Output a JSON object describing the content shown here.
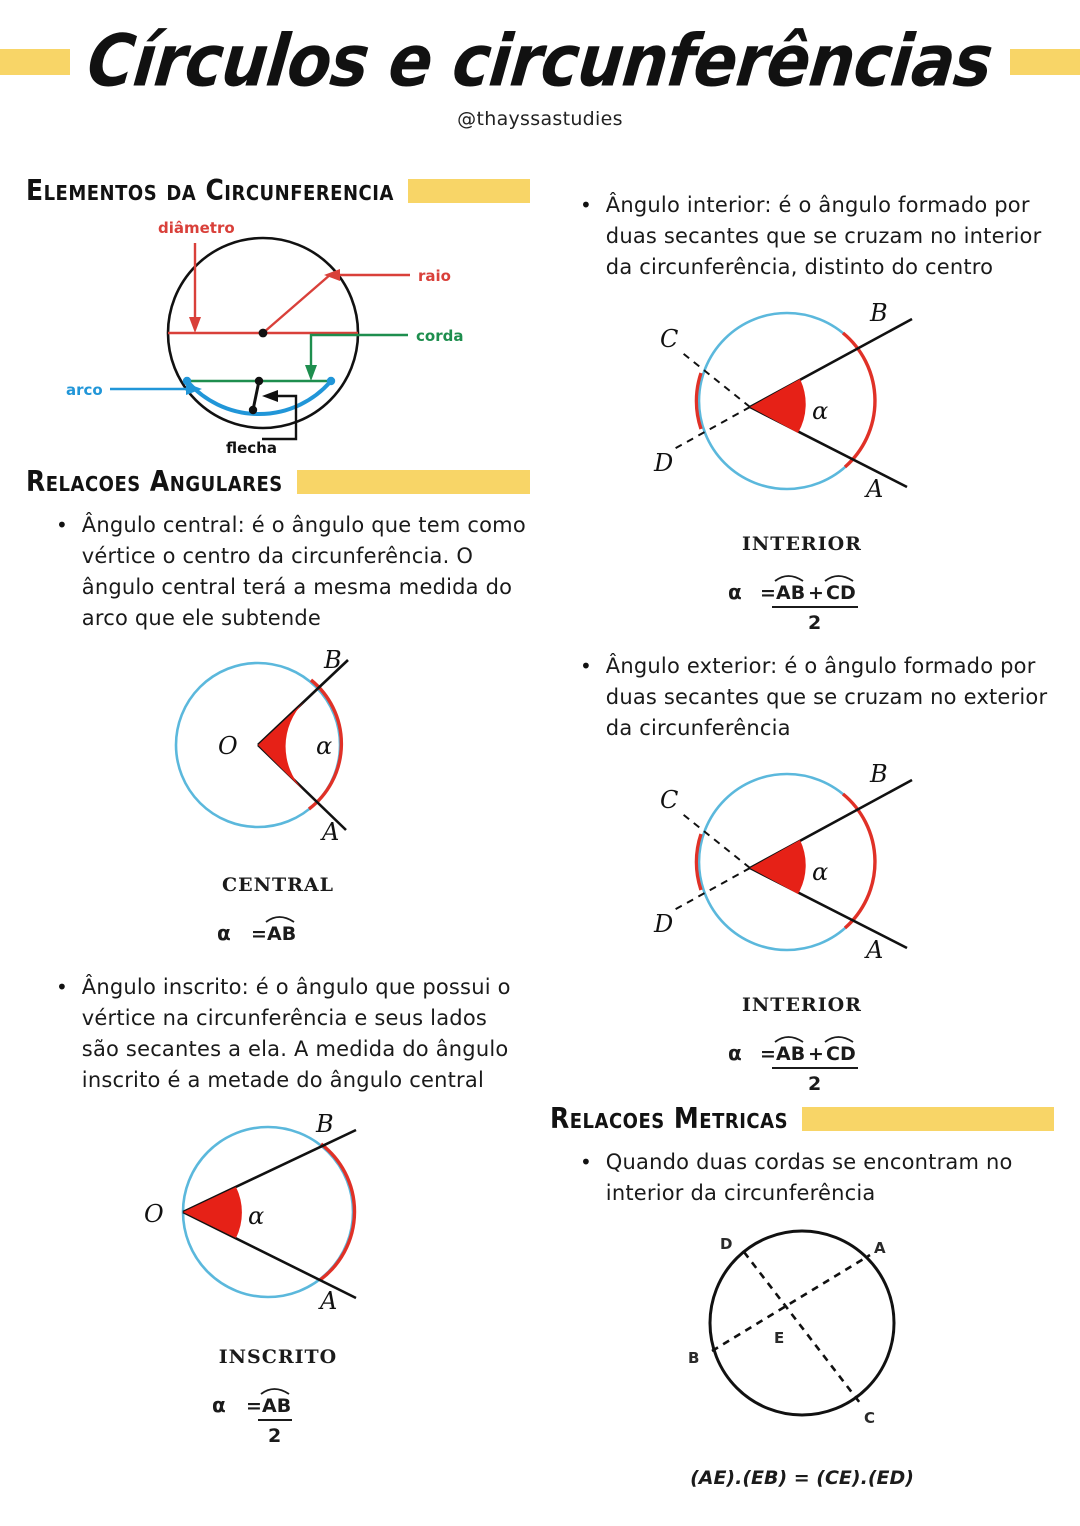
{
  "header": {
    "title": "Círculos e circunferências",
    "handle": "@thayssastudies",
    "highlight_color": "#F8D567"
  },
  "colors": {
    "highlight": "#F8D567",
    "red": "#E03127",
    "red_label": "#D9403A",
    "green": "#1E8E4E",
    "blue": "#2196D8",
    "circle_blue": "#5BB8DC",
    "black": "#111111"
  },
  "sections": {
    "elementos": {
      "heading": "Elementos da Circunferencia",
      "figure": {
        "name": "elementos-da-circunferencia-diagram",
        "labels": {
          "diametro": "diâmetro",
          "raio": "raio",
          "corda": "corda",
          "arco": "arco",
          "flecha": "flecha"
        }
      }
    },
    "relacoes_angulares": {
      "heading": "Relacoes Angulares",
      "items": [
        {
          "text": "Ângulo central: é o ângulo que tem como vértice o centro da circunferência. O ângulo central terá a mesma medida do arco que ele subtende",
          "figure": {
            "name": "angulo-central-diagram",
            "caption": "CENTRAL",
            "points": {
              "o": "O",
              "a": "A",
              "b": "B",
              "alpha": "α"
            },
            "formula": {
              "alpha": "α",
              "equals": "=",
              "numerator": "AB",
              "denominator": ""
            }
          }
        },
        {
          "text": "Ângulo inscrito: é o ângulo que possui o vértice na circunferência e seus lados são secantes a ela. A medida do ângulo inscrito é a metade do ângulo central",
          "figure": {
            "name": "angulo-inscrito-diagram",
            "caption": "INSCRITO",
            "points": {
              "o": "O",
              "a": "A",
              "b": "B",
              "alpha": "α"
            },
            "formula": {
              "alpha": "α",
              "equals": "=",
              "numerator": "AB",
              "denominator": "2"
            }
          }
        },
        {
          "text": "Ângulo interior: é o ângulo formado por duas secantes que se cruzam no interior da circunferência, distinto do centro",
          "figure": {
            "name": "angulo-interior-diagram",
            "caption": "INTERIOR",
            "points": {
              "a": "A",
              "b": "B",
              "c": "C",
              "d": "D",
              "alpha": "α"
            },
            "formula": {
              "alpha": "α",
              "equals": "=",
              "numerator_left": "AB",
              "plus": "+",
              "numerator_right": "CD",
              "denominator": "2"
            }
          }
        },
        {
          "text": "Ângulo exterior: é o ângulo formado por duas secantes que se cruzam no exterior da circunferência",
          "figure": {
            "name": "angulo-exterior-diagram",
            "caption": "INTERIOR",
            "points": {
              "a": "A",
              "b": "B",
              "c": "C",
              "d": "D",
              "alpha": "α"
            },
            "formula": {
              "alpha": "α",
              "equals": "=",
              "numerator_left": "AB",
              "plus": "+",
              "numerator_right": "CD",
              "denominator": "2"
            }
          }
        }
      ]
    },
    "relacoes_metricas": {
      "heading": "Relacoes Metricas",
      "items": [
        {
          "text": "Quando duas cordas se encontram no interior da circunferência",
          "figure": {
            "name": "cordas-interiores-diagram",
            "points": {
              "a": "A",
              "b": "B",
              "c": "C",
              "d": "D",
              "e": "E"
            },
            "formula": "(AE).(EB) = (CE).(ED)"
          }
        }
      ]
    }
  }
}
